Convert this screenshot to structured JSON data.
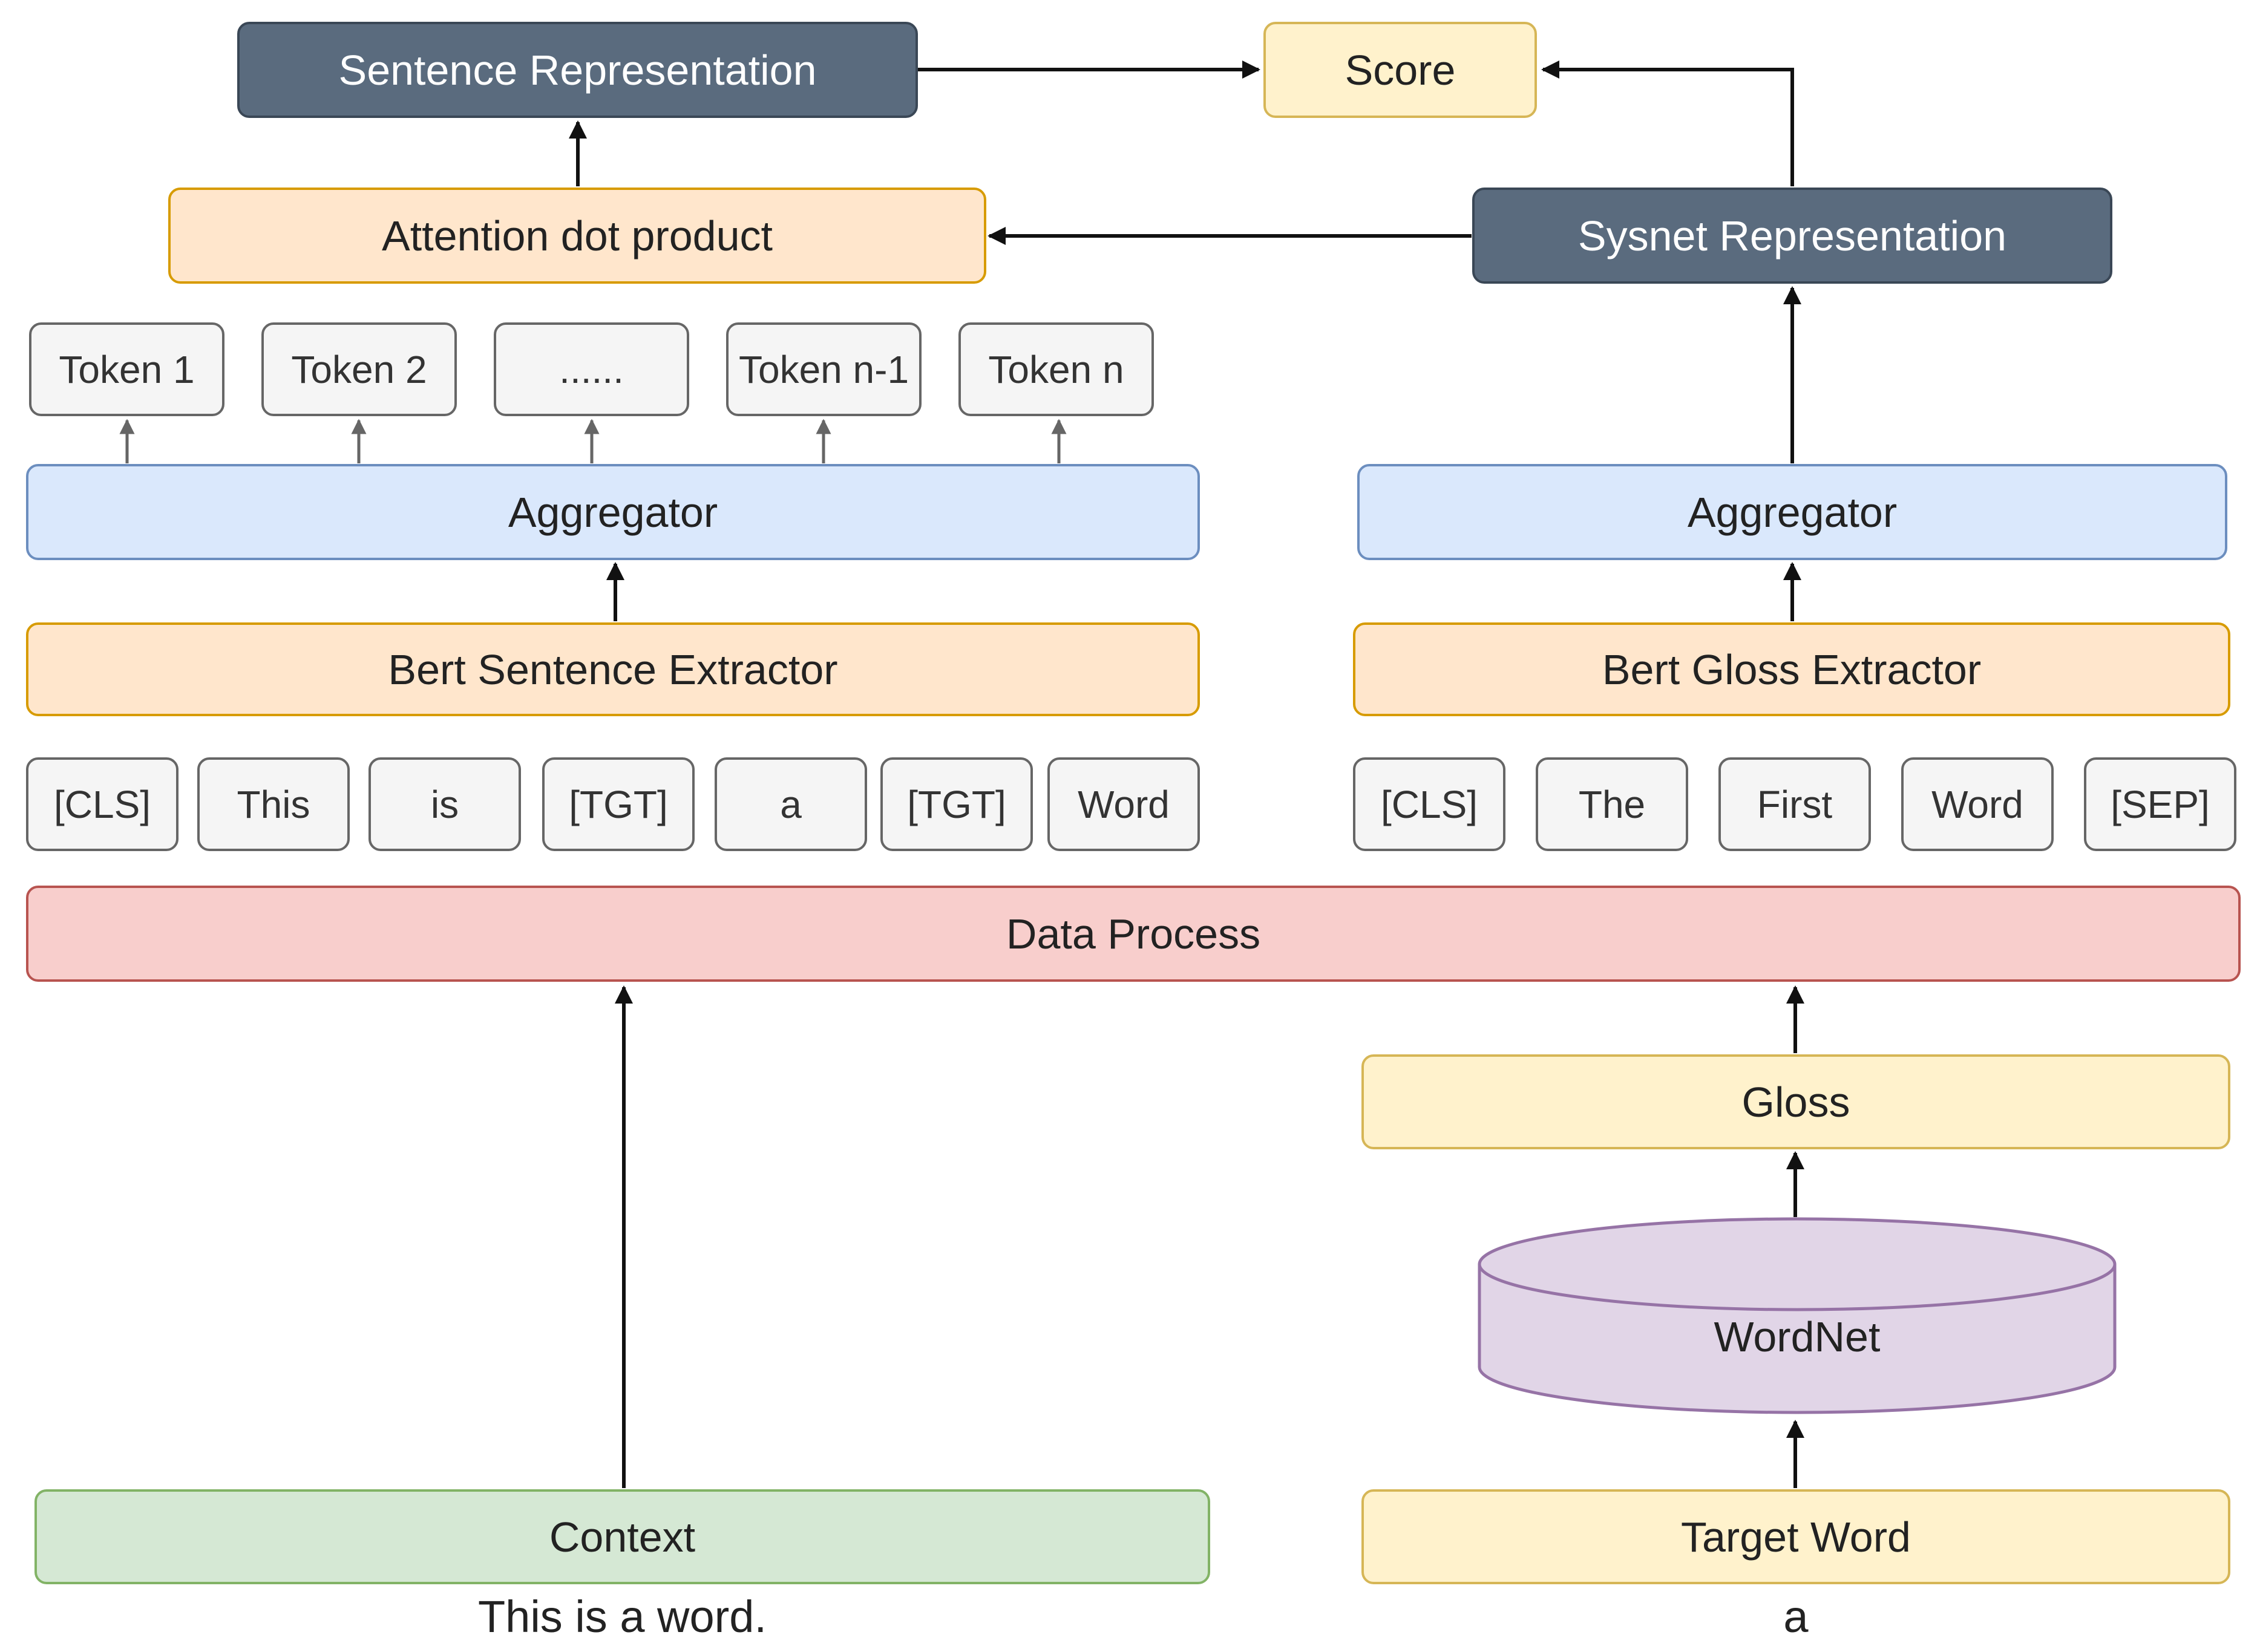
{
  "nodes": {
    "sentence_representation": "Sentence Representation",
    "score": "Score",
    "attention": "Attention dot product",
    "sysnet_representation": "Sysnet Representation",
    "tokens": [
      "Token 1",
      "Token 2",
      "......",
      "Token n-1",
      "Token n"
    ],
    "aggregator_left": "Aggregator",
    "aggregator_right": "Aggregator",
    "bert_sentence": "Bert Sentence Extractor",
    "bert_gloss": "Bert Gloss Extractor",
    "sentence_tokens": [
      "[CLS]",
      "This",
      "is",
      "[TGT]",
      "a",
      "[TGT]",
      "Word"
    ],
    "gloss_tokens": [
      "[CLS]",
      "The",
      "First",
      "Word",
      "[SEP]"
    ],
    "data_process": "Data Process",
    "gloss": "Gloss",
    "wordnet": "WordNet",
    "context": "Context",
    "target_word": "Target Word"
  },
  "captions": {
    "context_example": "This is a word.",
    "target_example": "a"
  },
  "colors": {
    "dark": "#5a6b7e",
    "yellow": "#fff2cc",
    "orange": "#ffe6cc",
    "blue": "#dae8fc",
    "grey": "#f5f5f5",
    "red": "#f8cecc",
    "green": "#d5e8d4",
    "purple": "#e1d5e7"
  }
}
